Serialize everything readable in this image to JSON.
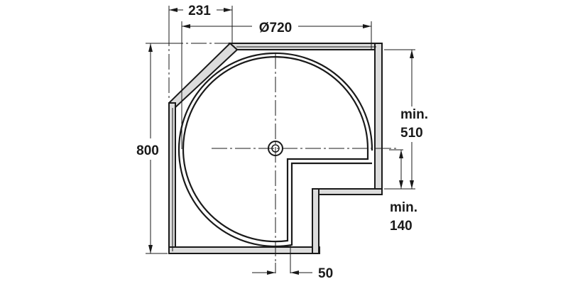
{
  "drawing": {
    "title": "Corner carousel (kidney shelf) dimension diagram",
    "dimensions": {
      "chamfer_width": "231",
      "diameter": "Ø720",
      "height": "800",
      "min_depth_label": "min.",
      "min_depth_value": "510",
      "min_offset_label": "min.",
      "min_offset_value": "140",
      "gap": "50"
    },
    "colors": {
      "line": "#1a1a1a",
      "panel_fill": "#dcdcdc",
      "background": "#ffffff"
    }
  }
}
